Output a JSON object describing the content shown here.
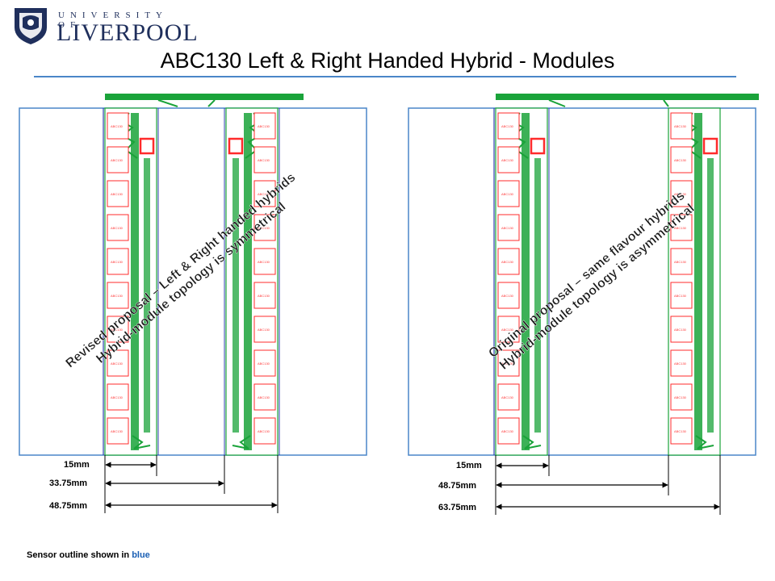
{
  "logo": {
    "top_text": "UNIVERSITY OF",
    "main_text": "LIVERPOOL"
  },
  "title": "ABC130 Left & Right Handed Hybrid - Modules",
  "left_panel": {
    "annotation_line1": "Revised proposal – Left & Right handed hybrids",
    "annotation_line2": "Hybrid-module topology is symmetrical",
    "dimensions": [
      "15mm",
      "33.75mm",
      "48.75mm"
    ],
    "chip_label_left": "ABC130",
    "chip_label_right": "ABC130"
  },
  "right_panel": {
    "annotation_line1": "Original proposal – same flavour hybrids",
    "annotation_line2": "Hybrid-module topology is asymmetrical",
    "dimensions": [
      "15mm",
      "48.75mm",
      "63.75mm"
    ],
    "chip_label_left": "ABC130",
    "chip_label_right": "ABC130"
  },
  "footnote": {
    "prefix": "Sensor outline shown in ",
    "highlight": "blue"
  },
  "colors": {
    "sensor": "#4a86c8",
    "hybrid": "#1aa33a",
    "chip": "#ff2b2b",
    "title_rule": "#4a86c8"
  }
}
